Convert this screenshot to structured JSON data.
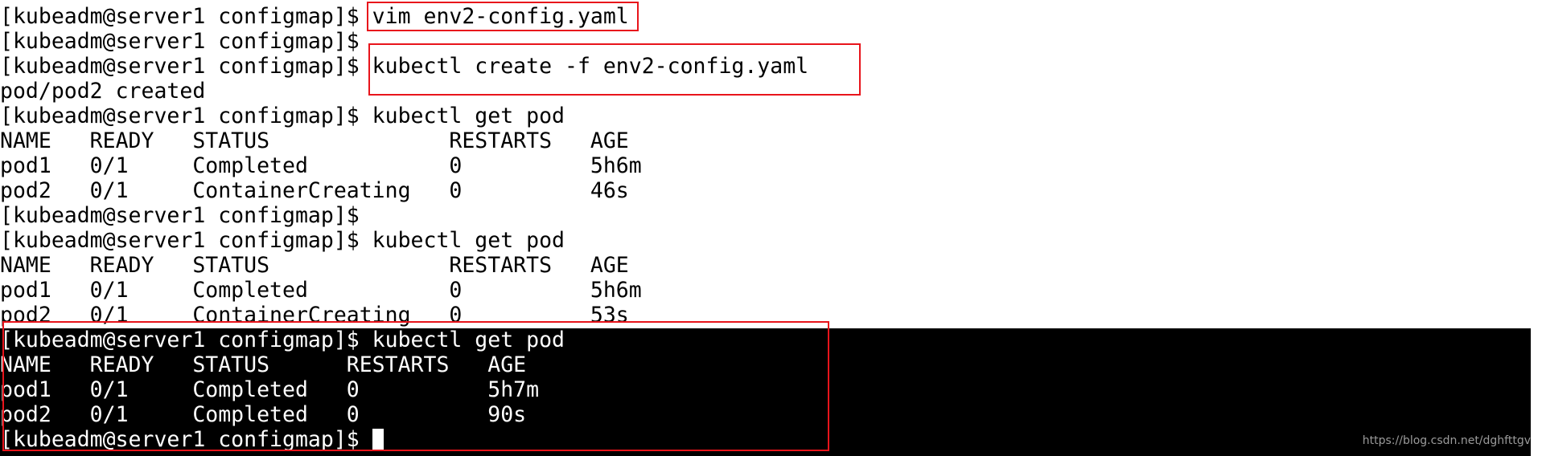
{
  "terminal": {
    "lines": [
      "[kubeadm@server1 configmap]$ vim env2-config.yaml",
      "[kubeadm@server1 configmap]$ ",
      "[kubeadm@server1 configmap]$ kubectl create -f env2-config.yaml",
      "pod/pod2 created",
      "[kubeadm@server1 configmap]$ kubectl get pod",
      "NAME   READY   STATUS              RESTARTS   AGE",
      "pod1   0/1     Completed           0          5h6m",
      "pod2   0/1     ContainerCreating   0          46s",
      "[kubeadm@server1 configmap]$ ",
      "[kubeadm@server1 configmap]$ kubectl get pod",
      "NAME   READY   STATUS              RESTARTS   AGE",
      "pod1   0/1     Completed           0          5h6m",
      "pod2   0/1     ContainerCreating   0          53s",
      "[kubeadm@server1 configmap]$ kubectl get pod",
      "NAME   READY   STATUS      RESTARTS   AGE",
      "pod1   0/1     Completed   0          5h7m",
      "pod2   0/1     Completed   0          90s",
      "[kubeadm@server1 configmap]$ "
    ]
  },
  "watermark": "https://blog.csdn.net/dghfttgv",
  "colors": {
    "highlight_box": "#e8141b",
    "dark_background": "#000000",
    "text_light": "#ffffff",
    "text_dark": "#000000",
    "watermark": "#9a9a9a"
  }
}
